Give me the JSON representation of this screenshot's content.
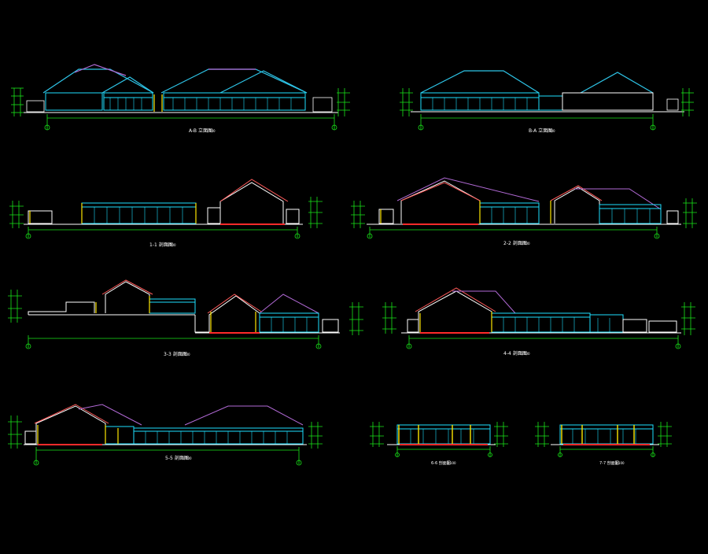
{
  "colors": {
    "background": "#000000",
    "roof_edge": "#2ec5e8",
    "roof_ridge": "#b26ad6",
    "wall": "#1ee0ff",
    "outline": "#ffffff",
    "ground": "#ff2a2a",
    "column_yellow": "#ffe600",
    "dimension": "#19e619",
    "accent_purple": "#c060ff",
    "accent_blue": "#4a7bff"
  },
  "drawings": [
    {
      "label": "A-B 立面图",
      "scale": "1:100"
    },
    {
      "label": "B-A 立面图",
      "scale": "1:100"
    },
    {
      "label": "1-1 剖面图",
      "scale": "1:100"
    },
    {
      "label": "2-2 剖面图",
      "scale": "1:100"
    },
    {
      "label": "3-3 剖面图",
      "scale": "1:100"
    },
    {
      "label": "4-4 剖面图",
      "scale": "1:100"
    },
    {
      "label": "5-5 剖面图",
      "scale": "1:100"
    },
    {
      "label": "6-6 剖面图",
      "scale": "1:100"
    },
    {
      "label": "7-7 剖面图",
      "scale": "1:100"
    }
  ]
}
